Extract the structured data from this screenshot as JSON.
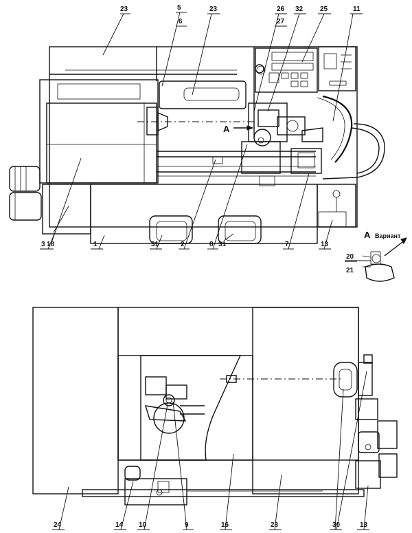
{
  "callouts": {
    "c23a": "23",
    "c5": "5",
    "c6": "6",
    "c23b": "23",
    "c26": "26",
    "c27": "27",
    "c32": "32",
    "c25": "25",
    "c11": "11",
    "cA": "A",
    "c3": "3",
    "c18": "18",
    "c1": "1",
    "c31a": "31",
    "c2": "2",
    "c8": "8",
    "c31b": "31",
    "c7": "7",
    "c13a": "13",
    "c24": "24",
    "c14": "14",
    "c10": "10",
    "c9": "9",
    "c16": "16",
    "c23c": "23",
    "c30": "30",
    "c13b": "13"
  },
  "variant": {
    "letter": "A",
    "title": "Вариант",
    "c20": "20",
    "c21": "21"
  }
}
